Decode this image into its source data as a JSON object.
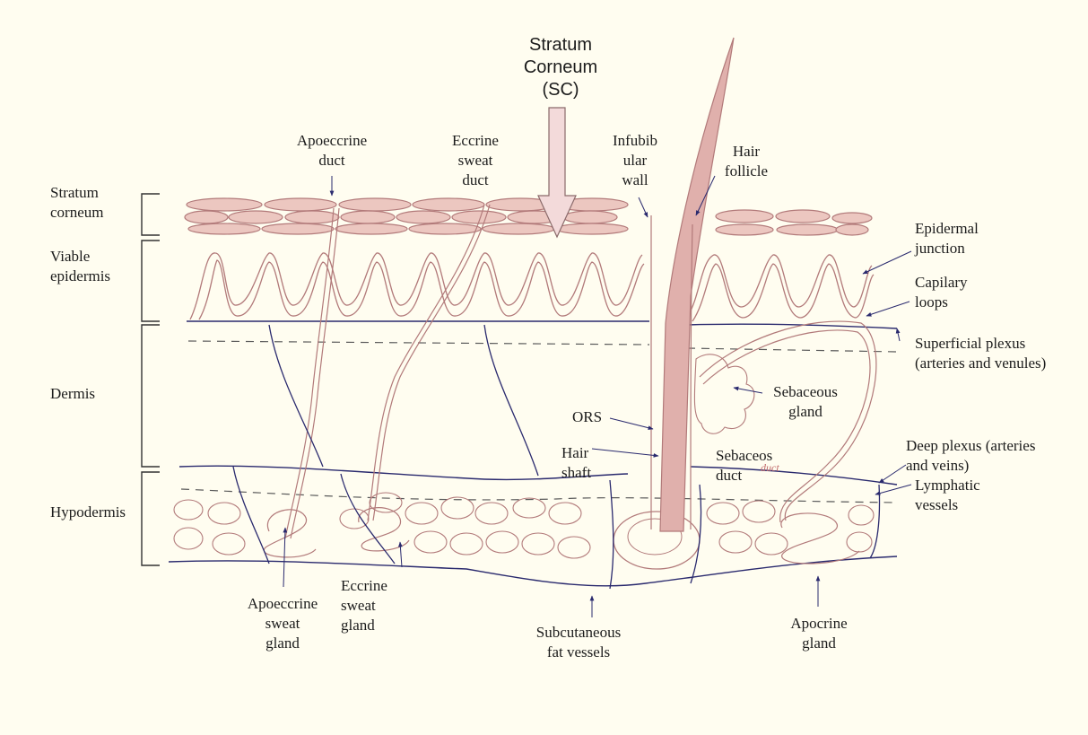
{
  "labels": {
    "stratum_corneum_top": "Stratum\nCorneum\n(SC)",
    "apoeccrine_duct": "Apoeccrine\nduct",
    "eccrine_sweat_duct": "Eccrine\nsweat\nduct",
    "infubibular_wall": "Infubib\nular\nwall",
    "hair_follicle": "Hair\nfollicle",
    "stratum_corneum_side": "Stratum\ncorneum",
    "viable_epidermis": "Viable\nepidermis",
    "dermis": "Dermis",
    "hypodermis": "Hypodermis",
    "epidermal_junction": "Epidermal\njunction",
    "capilary_loops": "Capilary\nloops",
    "superficial_plexus": "Superficial plexus\n(arteries and venules)",
    "sebaceous_gland": "Sebaceous\ngland",
    "ors": "ORS",
    "hair_shaft": "Hair\nshaft",
    "sebaceos_duct": "Sebaceos\nduct",
    "duct_scribble": "duct",
    "deep_plexus": "Deep plexus (arteries\nand veins)",
    "lymphatic_vessels": "Lymphatic\nvessels",
    "apoeccrine_sweat_gland": "Apoeccrine\nsweat\ngland",
    "eccrine_sweat_gland": "Eccrine\nsweat\ngland",
    "subcutaneous_fat_vessels": "Subcutaneous\nfat vessels",
    "apocrine_gland": "Apocrine\ngland"
  },
  "colors": {
    "background": "#fffdf0",
    "tissue_outline": "#b27a7a",
    "tissue_fill": "#ecc7c0",
    "vessel_blue": "#2a2a6e",
    "pencil": "#5a5a5a",
    "hair": "#c89694",
    "text": "#1c1c1c"
  }
}
